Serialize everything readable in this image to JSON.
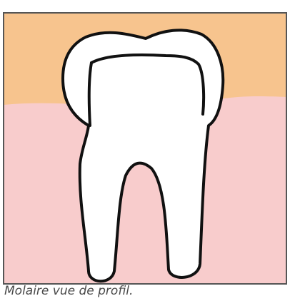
{
  "caption": "Molaire vue de profil.",
  "colors": {
    "border": "#555555",
    "crown_background": "#f7c48e",
    "gum": "#f8cccc",
    "tooth_fill": "#ffffff",
    "tooth_outline": "#111111"
  },
  "parts": [
    "frame",
    "crown-background",
    "gum",
    "molar-tooth",
    "crown-enamel",
    "pulp-line"
  ]
}
